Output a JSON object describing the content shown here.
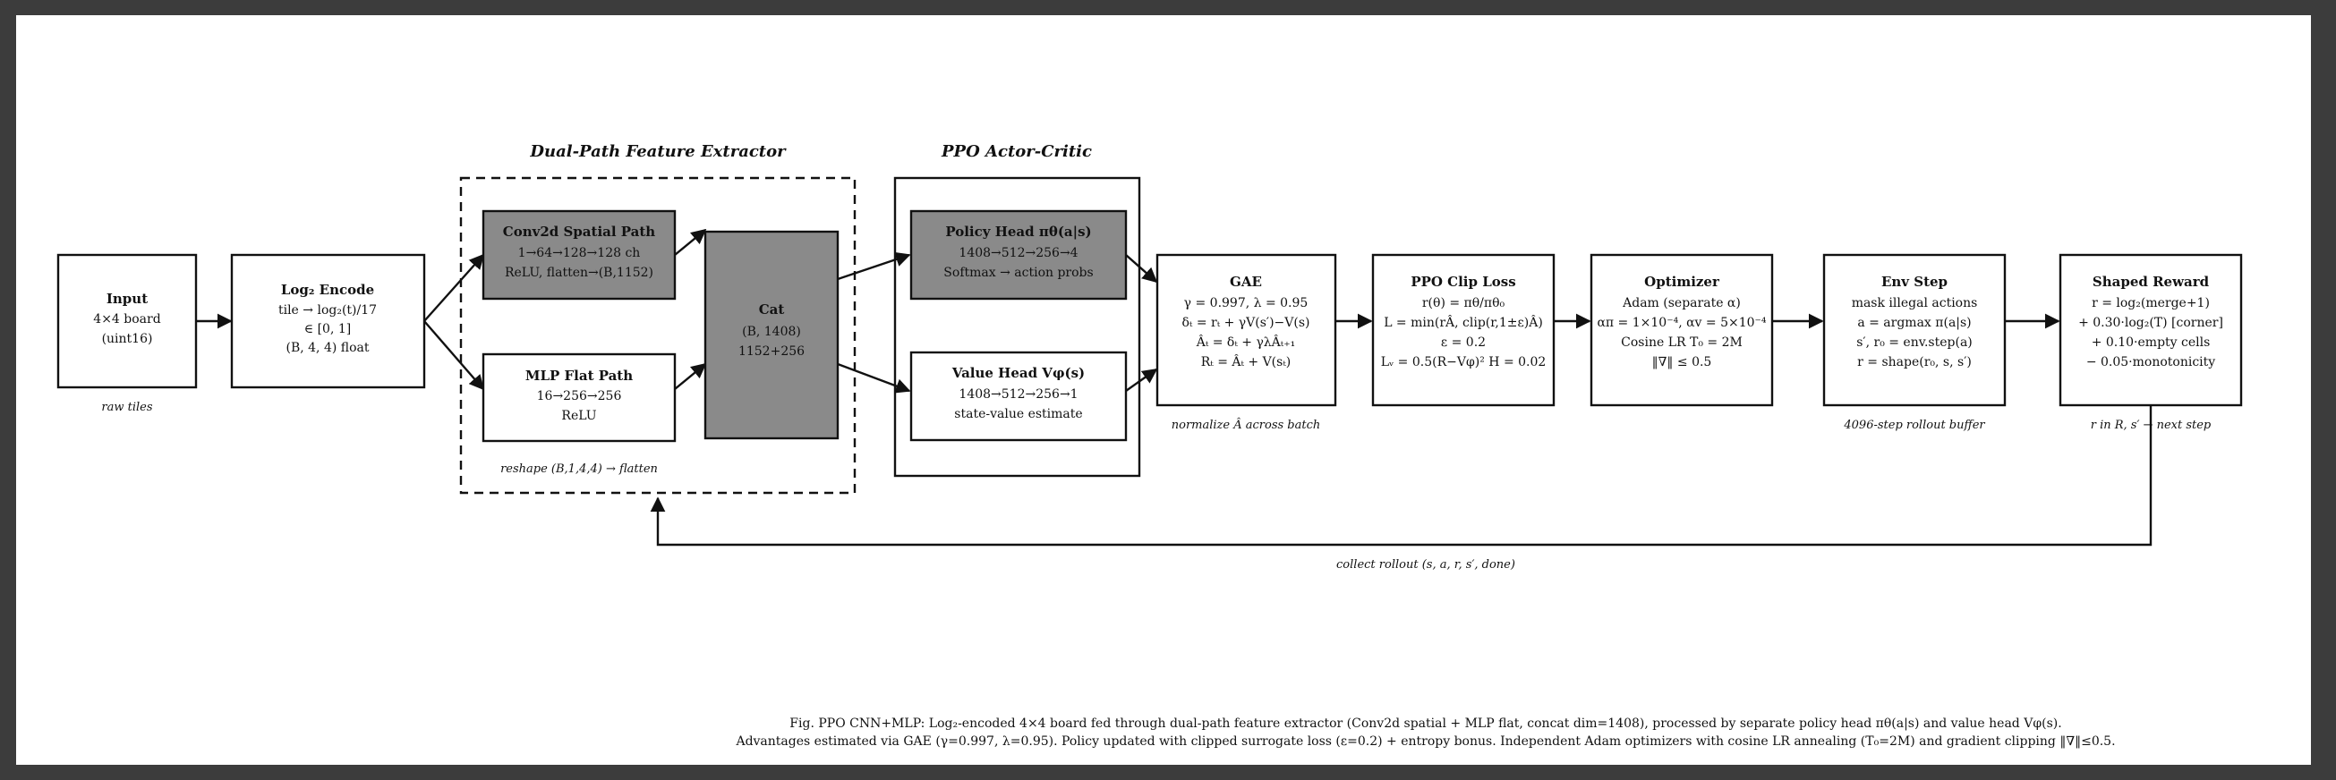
{
  "groups": {
    "extractor_title": "Dual-Path Feature Extractor",
    "actor_critic_title": "PPO Actor-Critic"
  },
  "nodes": {
    "input": {
      "title": "Input",
      "lines": [
        "4×4 board",
        "(uint16)"
      ],
      "caption": "raw tiles"
    },
    "log_encode": {
      "title": "Log₂ Encode",
      "lines": [
        "tile → log₂(t)/17",
        "∈ [0, 1]",
        "(B, 4, 4) float"
      ]
    },
    "conv2d": {
      "title": "Conv2d Spatial Path",
      "lines": [
        "1→64→128→128 ch",
        "ReLU, flatten→(B,1152)"
      ]
    },
    "mlp": {
      "title": "MLP Flat Path",
      "lines": [
        "16→256→256",
        "ReLU"
      ],
      "caption": "reshape (B,1,4,4) → flatten"
    },
    "cat": {
      "title": "Cat",
      "lines": [
        "(B, 1408)",
        "1152+256"
      ]
    },
    "policy": {
      "title": "Policy Head  πθ(a|s)",
      "lines": [
        "1408→512→256→4",
        "Softmax → action probs"
      ]
    },
    "value": {
      "title": "Value Head  Vφ(s)",
      "lines": [
        "1408→512→256→1",
        "state-value estimate"
      ]
    },
    "gae": {
      "title": "GAE",
      "lines": [
        "γ = 0.997,  λ = 0.95",
        "δₜ = rₜ + γV(s′)−V(s)",
        "Âₜ = δₜ + γλÂₜ₊₁",
        "Rₜ = Âₜ + V(sₜ)"
      ],
      "caption": "normalize Â across batch"
    },
    "ppo_clip": {
      "title": "PPO Clip Loss",
      "lines": [
        "r(θ) = πθ/πθ₀",
        "L = min(rÂ, clip(r,1±ε)Â)",
        "ε = 0.2",
        "Lᵥ = 0.5(R−Vφ)²  H = 0.02"
      ]
    },
    "optimizer": {
      "title": "Optimizer",
      "lines": [
        "Adam  (separate α)",
        "απ = 1×10⁻⁴,  αv = 5×10⁻⁴",
        "Cosine LR  T₀ = 2M",
        "‖∇‖ ≤ 0.5"
      ]
    },
    "env_step": {
      "title": "Env Step",
      "lines": [
        "mask illegal actions",
        "a = argmax π(a|s)",
        "s′, r₀ = env.step(a)",
        "r = shape(r₀, s, s′)"
      ],
      "caption": "4096-step rollout buffer"
    },
    "reward": {
      "title": "Shaped Reward",
      "lines": [
        "r = log₂(merge+1)",
        "+ 0.30·log₂(T) [corner]",
        "+ 0.10·empty cells",
        "− 0.05·monotonicity"
      ],
      "caption": "r in R,  s′ → next step"
    }
  },
  "feedback_label": "collect rollout (s, a, r, s′, done)",
  "figure_caption": [
    "Fig. PPO CNN+MLP: Log₂-encoded 4×4 board fed through dual-path feature extractor (Conv2d spatial + MLP flat, concat dim=1408), processed by separate policy head πθ(a|s) and value head Vφ(s).",
    "Advantages estimated via GAE (γ=0.997, λ=0.95). Policy updated with clipped surrogate loss (ε=0.2) + entropy bonus. Independent Adam optimizers with cosine LR annealing (T₀=2M) and gradient clipping ‖∇‖≤0.5."
  ],
  "colors": {
    "dark_fill": "#8a8a8a",
    "stroke": "#111111",
    "frame": "#3c3c3c"
  }
}
